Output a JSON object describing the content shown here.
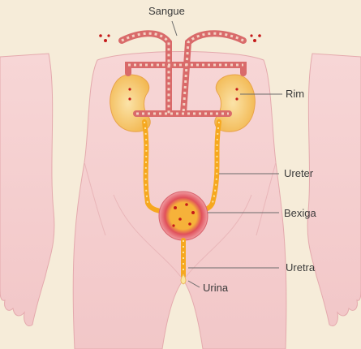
{
  "labels": {
    "blood": "Sangue",
    "kidney": "Rim",
    "ureter": "Ureter",
    "bladder": "Bexiga",
    "urethra": "Uretra",
    "urine": "Urina"
  },
  "colors": {
    "background": "#f6ecd9",
    "skin": "#f4cfcf",
    "skin_outline": "#e4a9ad",
    "kidney": "#f5c36a",
    "tube": "#f6a81f",
    "blood_vessel": "#d96a6a",
    "blood_cell": "#c51a1a",
    "bladder_outer": "#e27a82",
    "leader_line": "#6a6a6a"
  }
}
